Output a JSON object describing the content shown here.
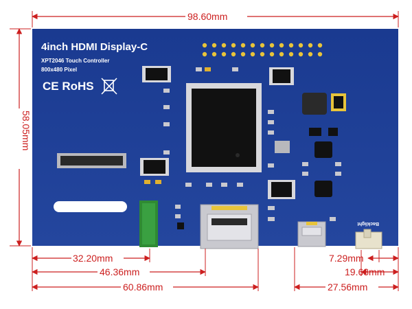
{
  "board": {
    "title": "4inch HDMI Display-C",
    "touch_controller": "XPT2046 Touch Controller",
    "resolution": "800x480 Pixel",
    "certifications": "CE RoHS",
    "backlight_label": "Backlight"
  },
  "dimensions": {
    "width": "98.60mm",
    "height": "58.05mm",
    "usb_offset": "32.20mm",
    "hdmi_offset": "46.36mm",
    "hdmi_right": "60.86mm",
    "backlight_offset": "7.29mm",
    "microusb_offset": "19.68mm",
    "microusb_left": "27.56mm"
  },
  "colors": {
    "pcb": "#1f3e93",
    "dimension": "#cc1f1f",
    "gold": "#e8c43a",
    "chip": "#111111",
    "connector_green": "#2f8a33",
    "metal": "#c9c9cf"
  }
}
